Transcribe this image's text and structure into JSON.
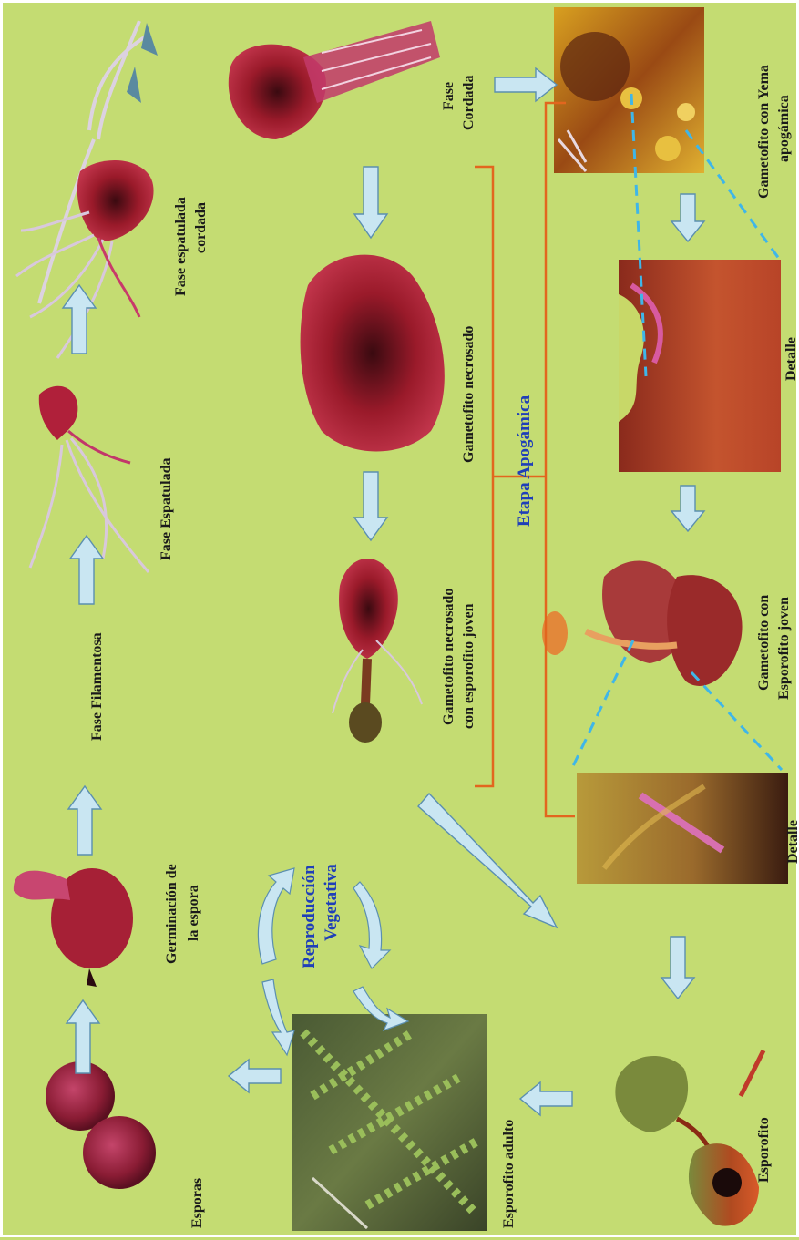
{
  "labels": {
    "esporas": "Esporas",
    "germinacion_1": "Germinación de",
    "germinacion_2": "la espora",
    "fase_filamentosa": "Fase Filamentosa",
    "fase_espatulada": "Fase Espatulada",
    "fase_esp_cordada_1": "Fase espatulada",
    "fase_esp_cordada_2": "cordada",
    "fase_cordada_1": "Fase",
    "fase_cordada_2": "Cordada",
    "gametofito_yema_1": "Gametofito con Yema",
    "gametofito_yema_2": "apogámica",
    "detalle_top": "Detalle",
    "gametofito_necrosado": "Gametofito necrosado",
    "gametofito_necrosado_joven_1": "Gametofito necrosado",
    "gametofito_necrosado_joven_2": "con esporofito joven",
    "etapa_apogamica": "Etapa Apogámica",
    "gametofito_esporofito_1": "Gametofito con",
    "gametofito_esporofito_2": "Esporofito joven",
    "detalle_bottom": "Detalle",
    "reproduccion_1": "Reproducción",
    "reproduccion_2": "Vegetativa",
    "esporofito_adulto": "Esporofito adulto",
    "esporofito": "Esporofito"
  },
  "colors": {
    "background": "#c4dc72",
    "arrow_fill": "#c9e6f2",
    "bracket": "#e2661e",
    "dashed_line": "#3fb6e8",
    "emphasis_text": "#1f3fb8"
  }
}
